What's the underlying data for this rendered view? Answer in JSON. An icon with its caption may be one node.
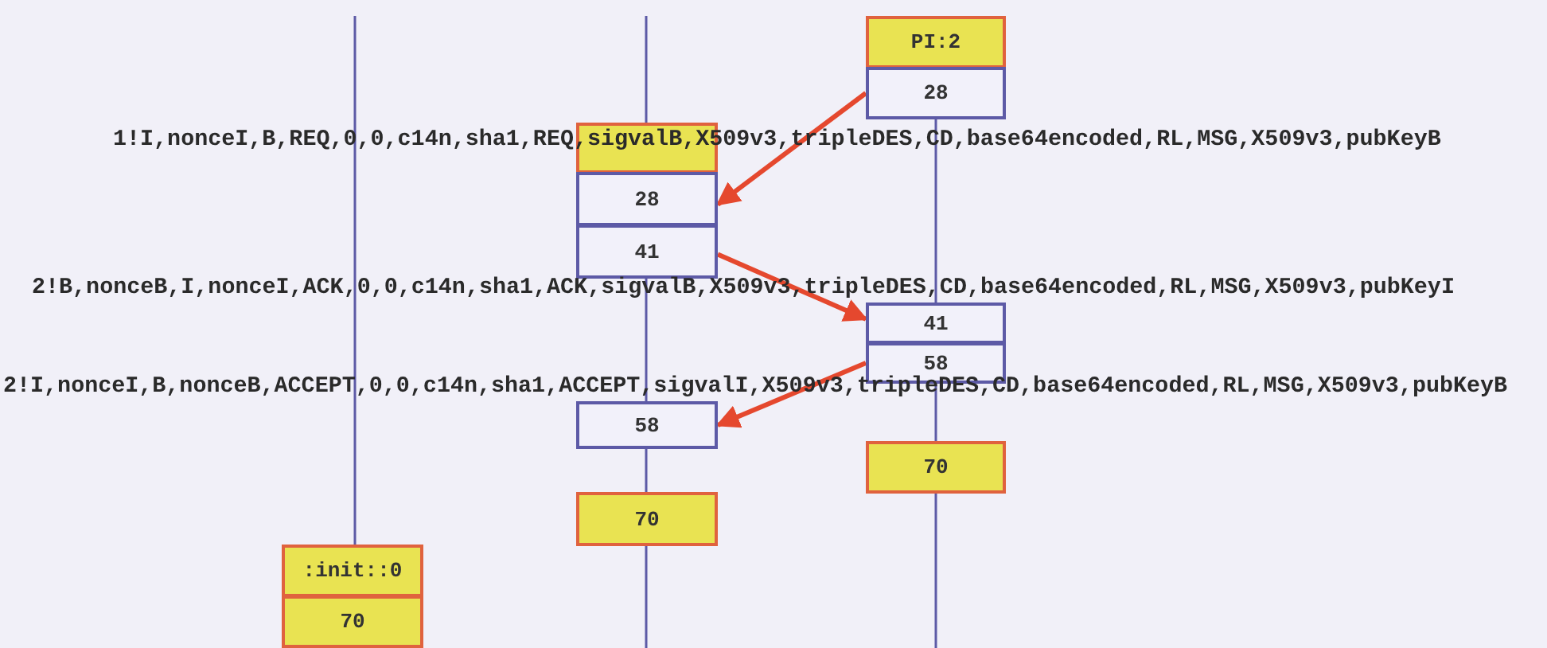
{
  "diagram": {
    "nodes": [
      {
        "text": [
          "PI:2"
        ]
      },
      {
        "text": [
          "28"
        ]
      },
      {
        "text": [],
        "shape": "box"
      },
      {
        "text": [
          "28"
        ]
      },
      {
        "text": [
          "41"
        ]
      },
      {
        "text": [
          "41"
        ]
      },
      {
        "text": [
          "58"
        ]
      },
      {
        "text": [
          "58"
        ]
      },
      {
        "text": [
          "70"
        ]
      },
      {
        "text": [
          "70"
        ]
      },
      {
        "text": [
          ":init::0"
        ]
      },
      {
        "text": [
          "70"
        ]
      }
    ],
    "edges": [
      {
        "from": 1,
        "to": 3,
        "arrow": "to",
        "label": "1!I,nonceI,B,REQ,0,0,c14n,sha1,REQ,sigvalB,X509v3,tripleDES,CD,base64encoded,RL,MSG,X509v3,pubKeyB"
      },
      {
        "from": 4,
        "to": 5,
        "arrow": "to",
        "label": "2!B,nonceB,I,nonceI,ACK,0,0,c14n,sha1,ACK,sigvalB,X509v3,tripleDES,CD,base64encoded,RL,MSG,X509v3,pubKeyI"
      },
      {
        "from": 6,
        "to": 7,
        "arrow": "to",
        "label": "2!I,nonceI,B,nonceB,ACCEPT,0,0,c14n,sha1,ACCEPT,sigvalI,X509v3,tripleDES,CD,base64encoded,RL,MSG,X509v3,pubKeyB"
      }
    ]
  }
}
